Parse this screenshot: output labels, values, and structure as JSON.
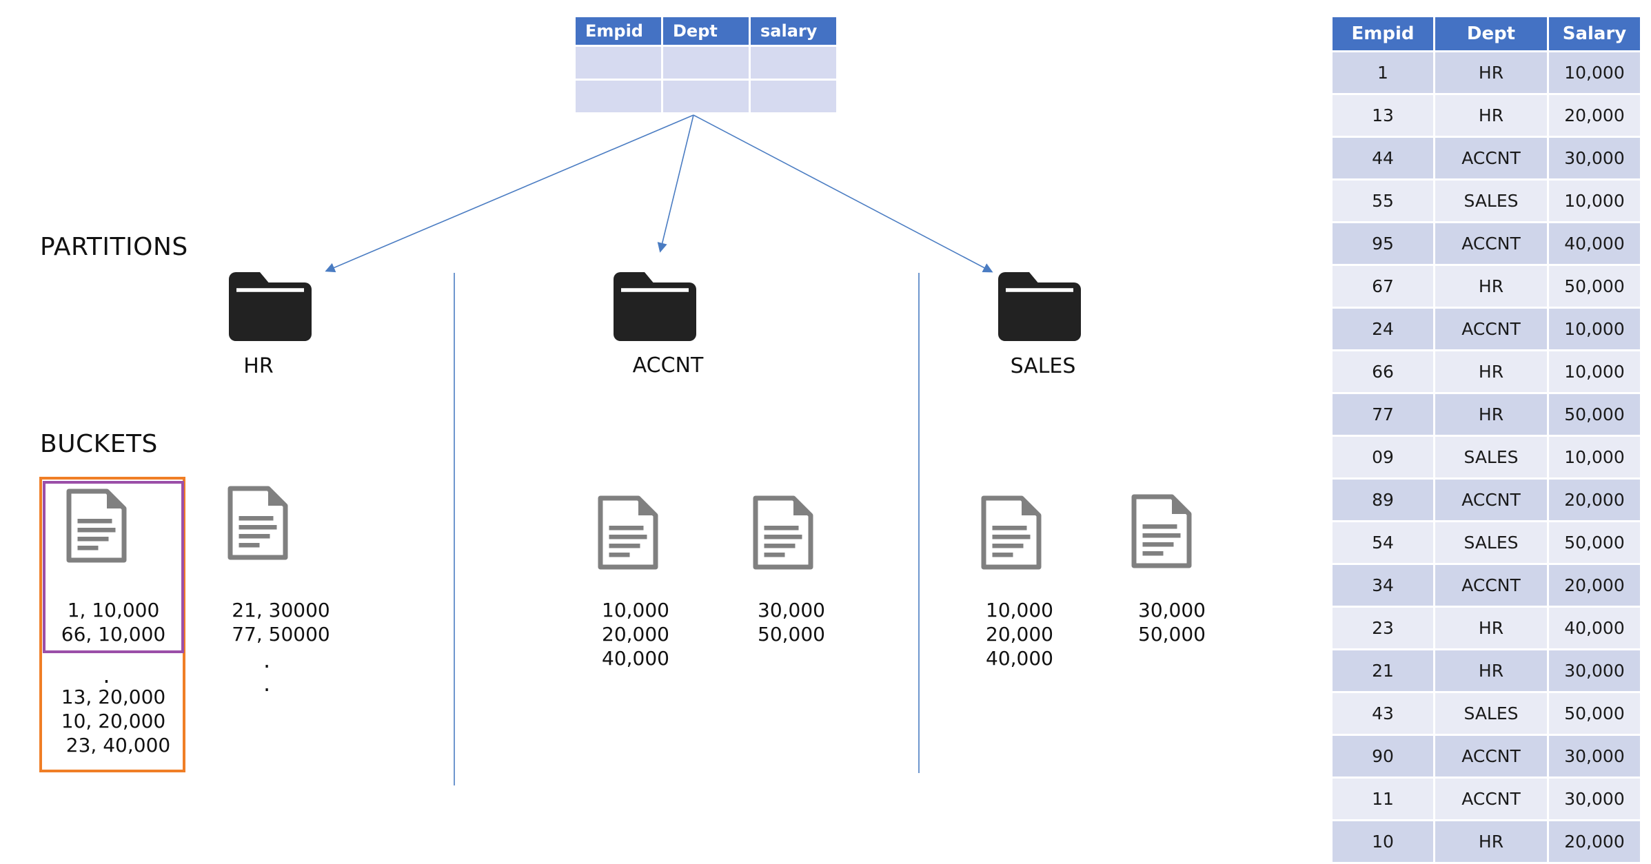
{
  "schema_table": {
    "headers": [
      "Empid",
      "Dept",
      "salary"
    ],
    "empty_rows": 2
  },
  "labels": {
    "partitions": "PARTITIONS",
    "buckets": "BUCKETS"
  },
  "partitions": [
    {
      "name": "HR",
      "buckets": [
        {
          "lines": [
            "1, 10,000",
            "66, 10,000"
          ],
          "extra": [
            ".",
            "13, 20,000",
            "10, 20,000",
            "23, 40,000"
          ]
        },
        {
          "lines": [
            "21, 30000",
            "77, 50000"
          ],
          "extra": [
            ".",
            "."
          ]
        }
      ]
    },
    {
      "name": "ACCNT",
      "buckets": [
        {
          "lines": [
            "10,000",
            "20,000",
            "40,000"
          ]
        },
        {
          "lines": [
            "30,000",
            "50,000"
          ]
        }
      ]
    },
    {
      "name": "SALES",
      "buckets": [
        {
          "lines": [
            "10,000",
            "20,000",
            "40,000"
          ]
        },
        {
          "lines": [
            "30,000",
            "50,000"
          ]
        }
      ]
    }
  ],
  "data_table": {
    "headers": [
      "Empid",
      "Dept",
      "Salary"
    ],
    "rows": [
      [
        "1",
        "HR",
        "10,000"
      ],
      [
        "13",
        "HR",
        "20,000"
      ],
      [
        "44",
        "ACCNT",
        "30,000"
      ],
      [
        "55",
        "SALES",
        "10,000"
      ],
      [
        "95",
        "ACCNT",
        "40,000"
      ],
      [
        "67",
        "HR",
        "50,000"
      ],
      [
        "24",
        "ACCNT",
        "10,000"
      ],
      [
        "66",
        "HR",
        "10,000"
      ],
      [
        "77",
        "HR",
        "50,000"
      ],
      [
        "09",
        "SALES",
        "10,000"
      ],
      [
        "89",
        "ACCNT",
        "20,000"
      ],
      [
        "54",
        "SALES",
        "50,000"
      ],
      [
        "34",
        "ACCNT",
        "20,000"
      ],
      [
        "23",
        "HR",
        "40,000"
      ],
      [
        "21",
        "HR",
        "30,000"
      ],
      [
        "43",
        "SALES",
        "50,000"
      ],
      [
        "90",
        "ACCNT",
        "30,000"
      ],
      [
        "11",
        "ACCNT",
        "30,000"
      ],
      [
        "10",
        "HR",
        "20,000"
      ]
    ]
  },
  "colors": {
    "header_blue": "#4472c4",
    "arrow_blue": "#4a7cc2",
    "bucket_outline_orange": "#f07e26",
    "bucket_outline_purple": "#9b4fa8",
    "folder_fill": "#222222",
    "doc_gray": "#808080"
  },
  "icons": {
    "folder": "folder-icon",
    "document": "document-icon"
  }
}
